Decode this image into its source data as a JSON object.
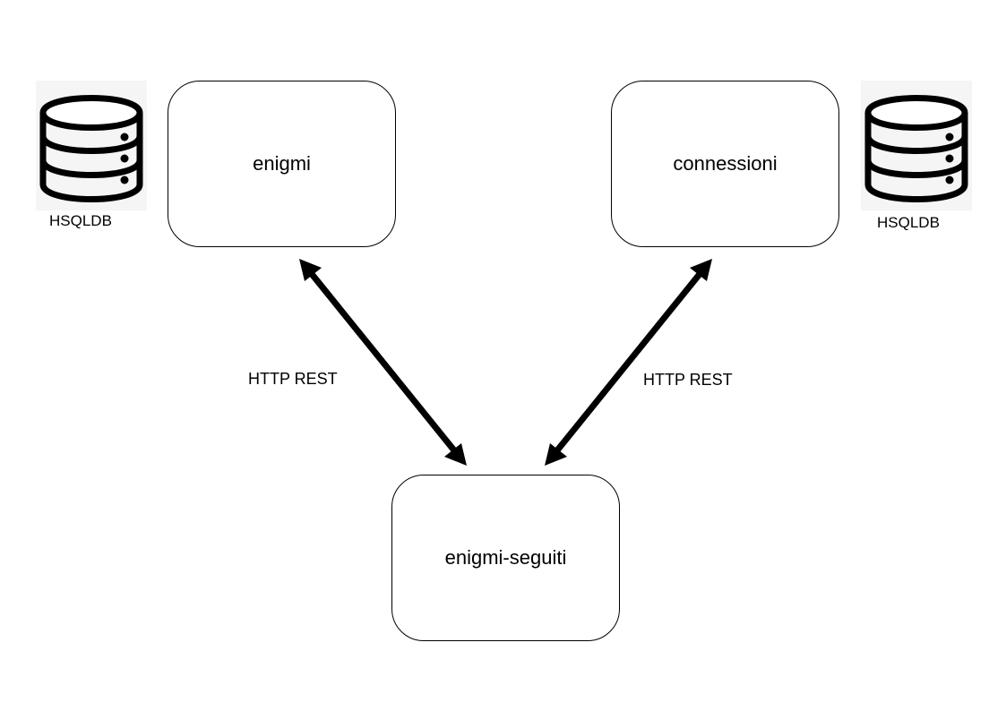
{
  "nodes": {
    "enigmi": "enigmi",
    "connessioni": "connessioni",
    "enigmi_seguiti": "enigmi-seguiti"
  },
  "databases": {
    "left_label": "HSQLDB",
    "right_label": "HSQLDB",
    "icon": "database-icon"
  },
  "edges": [
    {
      "from": "enigmi-seguiti",
      "to": "enigmi",
      "label": "HTTP REST",
      "bidirectional": true
    },
    {
      "from": "enigmi-seguiti",
      "to": "connessioni",
      "label": "HTTP REST",
      "bidirectional": true
    }
  ],
  "colors": {
    "stroke": "#000000",
    "icon_background": "#f5f5f5"
  }
}
